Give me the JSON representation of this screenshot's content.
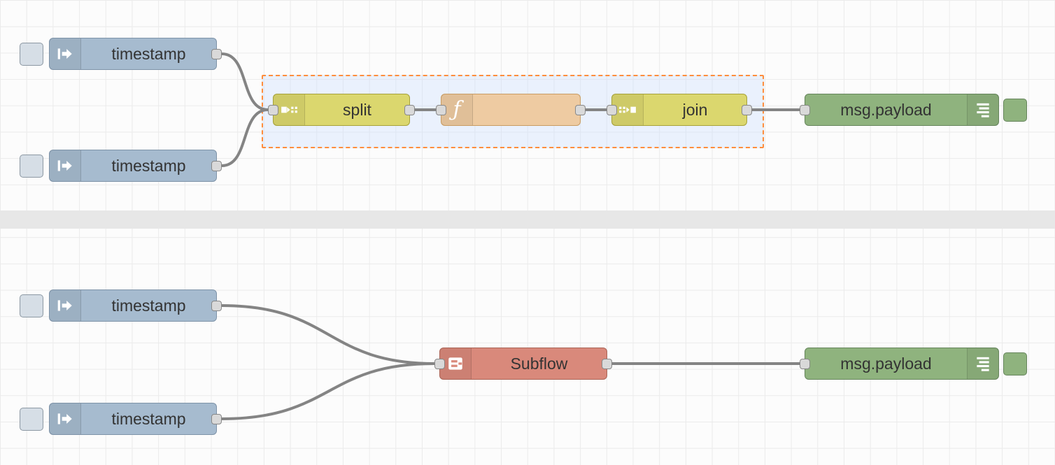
{
  "app": {
    "name": "flow-editor-canvas"
  },
  "colors": {
    "inject_node": "#a6bbcf",
    "split_join_node": "#dbd76e",
    "function_node": "#eecba2",
    "debug_node": "#8fb37e",
    "subflow_node": "#d9897b",
    "selection_border": "#ff8d3c",
    "selection_fill": "#e3eefc",
    "wire": "#848484",
    "divider_band": "#e7e7e7"
  },
  "top_flow": {
    "inject1": {
      "label": "timestamp"
    },
    "inject2": {
      "label": "timestamp"
    },
    "split": {
      "label": "split"
    },
    "function": {
      "label": ""
    },
    "join": {
      "label": "join"
    },
    "debug": {
      "label": "msg.payload"
    }
  },
  "bottom_flow": {
    "inject1": {
      "label": "timestamp"
    },
    "inject2": {
      "label": "timestamp"
    },
    "subflow": {
      "label": "Subflow"
    },
    "debug": {
      "label": "msg.payload"
    }
  }
}
